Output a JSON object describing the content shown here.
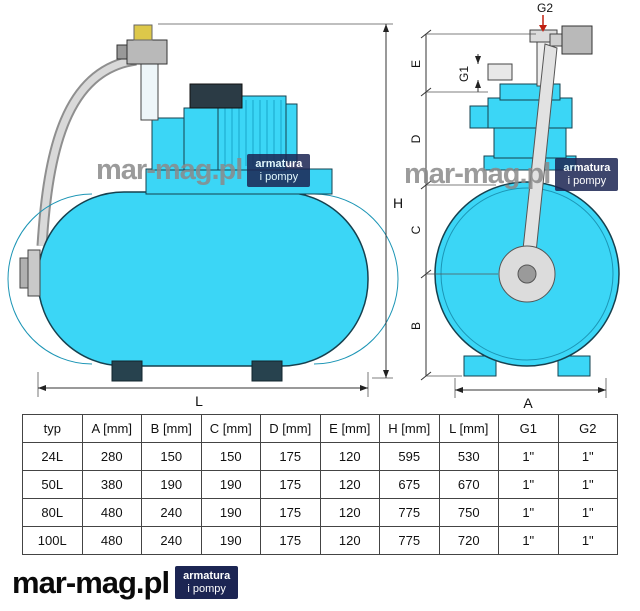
{
  "watermark": {
    "text": "mar-mag.pl",
    "badge_line1": "armatura",
    "badge_line2": "i pompy"
  },
  "logo": {
    "text": "mar-mag.pl",
    "badge_line1": "armatura",
    "badge_line2": "i pompy"
  },
  "diagram": {
    "dim_labels": {
      "L": "L",
      "H": "H",
      "A": "A",
      "B": "B",
      "C": "C",
      "D": "D",
      "E": "E",
      "G1": "G1",
      "G2": "G2"
    }
  },
  "table": {
    "headers": [
      "typ",
      "A [mm]",
      "B [mm]",
      "C [mm]",
      "D [mm]",
      "E [mm]",
      "H [mm]",
      "L [mm]",
      "G1",
      "G2"
    ],
    "rows": [
      [
        "24L",
        "280",
        "150",
        "150",
        "175",
        "120",
        "595",
        "530",
        "1\"",
        "1\""
      ],
      [
        "50L",
        "380",
        "190",
        "190",
        "175",
        "120",
        "675",
        "670",
        "1\"",
        "1\""
      ],
      [
        "80L",
        "480",
        "240",
        "190",
        "175",
        "120",
        "775",
        "750",
        "1\"",
        "1\""
      ],
      [
        "100L",
        "480",
        "240",
        "190",
        "175",
        "120",
        "775",
        "720",
        "1\"",
        "1\""
      ]
    ]
  },
  "colors": {
    "tank_cyan": "#3BD6F6",
    "outline": "#16414F",
    "badge_navy": "#1C2553",
    "watermark_gray": "#8A8A8A",
    "arrow_red": "#C02010"
  }
}
